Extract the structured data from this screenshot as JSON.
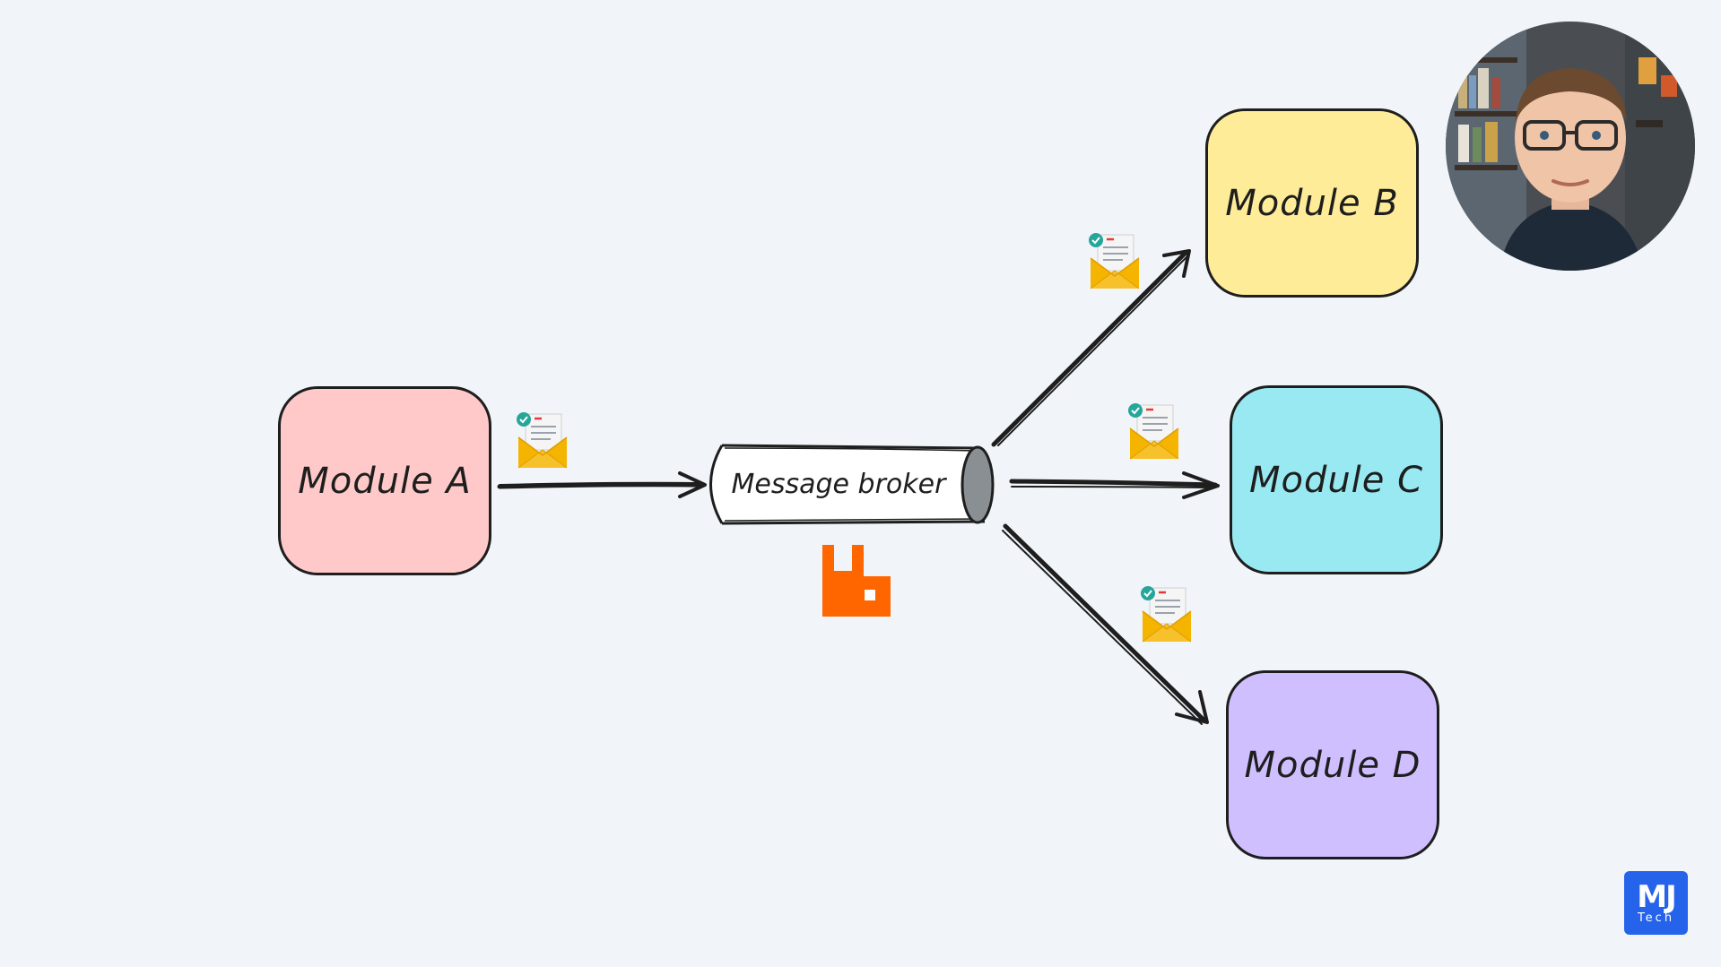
{
  "modules": {
    "a": {
      "label": "Module A",
      "color": "#ffc9c9"
    },
    "b": {
      "label": "Module B",
      "color": "#ffec99"
    },
    "c": {
      "label": "Module C",
      "color": "#99e9f2"
    },
    "d": {
      "label": "Module D",
      "color": "#d0bfff"
    }
  },
  "broker": {
    "label": "Message broker",
    "icon": "rabbitmq-logo-icon",
    "icon_color": "#ff6600"
  },
  "envelope_icon": "envelope-letter-icon",
  "presenter_icon": "presenter-webcam-avatar",
  "logo": {
    "main": "MJ",
    "sub": "Tech",
    "color": "#2563eb"
  }
}
